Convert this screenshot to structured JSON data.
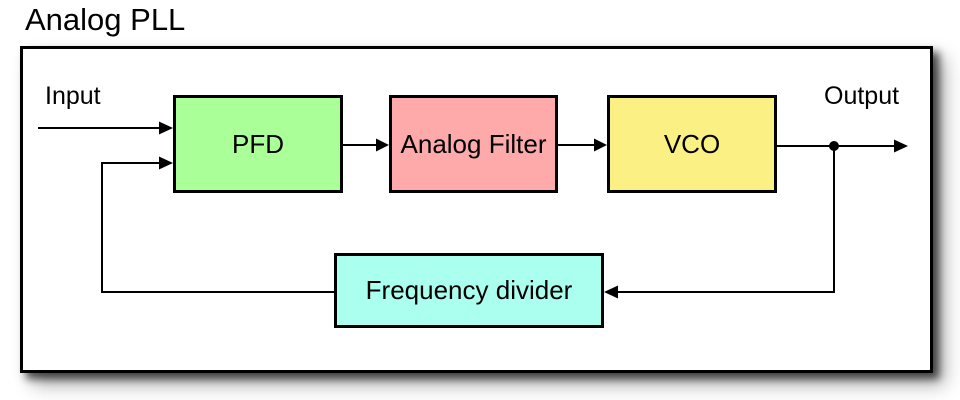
{
  "diagram": {
    "title": "Analog PLL",
    "labels": {
      "input": "Input",
      "output": "Output"
    },
    "blocks": [
      {
        "id": "pfd",
        "label": "PFD",
        "color": "#AAFF99"
      },
      {
        "id": "analog-filter",
        "label": "Analog Filter",
        "color": "#FFAAAA"
      },
      {
        "id": "vco",
        "label": "VCO",
        "color": "#FAF084"
      },
      {
        "id": "frequency-divider",
        "label": "Frequency divider",
        "color": "#AAFFEE"
      }
    ],
    "colors": {
      "line": "#000000",
      "frame_border": "#000000",
      "background": "#FFFFFF"
    }
  }
}
